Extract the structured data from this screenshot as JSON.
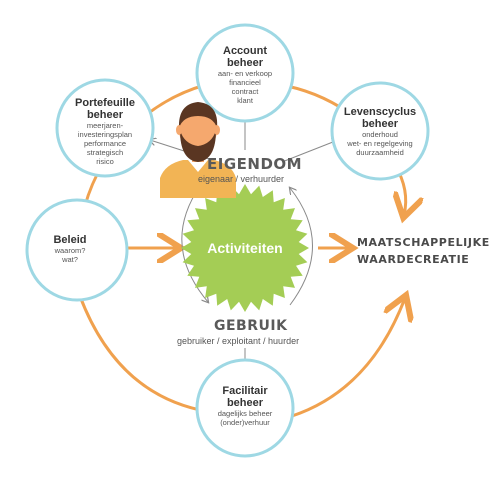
{
  "colors": {
    "orange": "#F0A14E",
    "circle_border": "#9ED8E4",
    "starburst": "#A4CD55",
    "arrow_gray": "#8A8A8A",
    "person_shirt": "#F2B455",
    "person_skin": "#F5A86E",
    "person_hair": "#5A3622"
  },
  "nodes": {
    "account": {
      "title": [
        "Account",
        "beheer"
      ],
      "lines": [
        "aan- en verkoop",
        "financieel",
        "contract",
        "klant"
      ]
    },
    "portefeuille": {
      "title": [
        "Portefeuille",
        "beheer"
      ],
      "lines": [
        "meerjaren-",
        "investeringsplan",
        "performance",
        "strategisch",
        "risico"
      ]
    },
    "levenscyclus": {
      "title": [
        "Levenscyclus",
        "beheer"
      ],
      "lines": [
        "onderhoud",
        "wet- en regelgeving",
        "duurzaamheid"
      ]
    },
    "beleid": {
      "title": [
        "Beleid"
      ],
      "lines": [
        "waarom?",
        "wat?"
      ]
    },
    "facilitair": {
      "title": [
        "Facilitair",
        "beheer"
      ],
      "lines": [
        "dagelijks beheer",
        "(onder)verhuur"
      ]
    }
  },
  "eigendom": {
    "label": "EIGENDOM",
    "sub": "eigenaar / verhuurder"
  },
  "gebruik": {
    "label": "GEBRUIK",
    "sub": "gebruiker / exploitant / huurder"
  },
  "center": {
    "label": "Activiteiten"
  },
  "outcome": {
    "line1": "MAATSCHAPPELIJKE",
    "line2": "WAARDECREATIE"
  },
  "person": {
    "icon": "person-avatar-icon"
  }
}
